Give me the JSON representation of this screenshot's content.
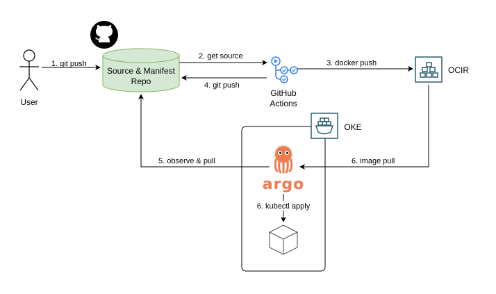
{
  "nodes": {
    "user": {
      "label": "User",
      "icon": "stick-figure-icon"
    },
    "repo": {
      "line1": "Source & Manifest",
      "line2": "Repo",
      "icon": "github-icon",
      "fill": "#d5e8d4",
      "stroke": "#82b366"
    },
    "actions": {
      "line1": "GitHub",
      "line2": "Actions",
      "icon": "github-actions-icon",
      "color": "#3b87ee"
    },
    "ocir": {
      "label": "OCIR",
      "icon": "container-registry-icon",
      "color": "#2f5f6e"
    },
    "oke": {
      "label": "OKE",
      "icon": "kubernetes-cluster-icon",
      "color": "#2f5f6e"
    },
    "argo": {
      "wordmark": "argo",
      "icon": "argo-octopus-icon",
      "color": "#ef7b4d"
    },
    "workload": {
      "icon": "cube-icon"
    }
  },
  "edges": {
    "git_push_user": "1. git push",
    "get_source": "2. get source",
    "docker_push": "3. docker push",
    "git_push_actions": "4. git push",
    "observe_pull": "5. observe & pull",
    "image_pull": "6. image pull",
    "kubectl_apply": "6. kubectl apply"
  }
}
